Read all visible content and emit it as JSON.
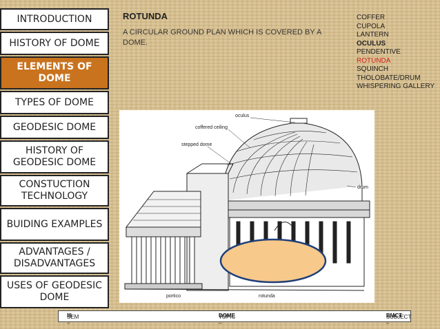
{
  "nav": [
    {
      "label": "INTRODUCTION",
      "active": false
    },
    {
      "label": "HISTORY OF DOME",
      "active": false
    },
    {
      "label": "ELEMENTS OF DOME",
      "active": true
    },
    {
      "label": "TYPES OF DOME",
      "active": false
    },
    {
      "label": "GEODESIC DOME",
      "active": false
    },
    {
      "label": "HISTORY OF GEODESIC DOME",
      "active": false
    },
    {
      "label": "CONSTUCTION TECHNOLOGY",
      "active": false
    },
    {
      "label": "BUIDING EXAMPLES",
      "active": false
    },
    {
      "label": "ADVANTAGES / DISADVANTAGES",
      "active": false
    },
    {
      "label": "USES OF GEODESIC DOME",
      "active": false
    }
  ],
  "title": "ROTUNDA",
  "description": "A CIRCULAR GROUND PLAN WHICH IS COVERED  BY A DOME.",
  "terms": [
    "COFFER",
    "CUPOLA",
    "LANTERN",
    "OCULUS",
    "PENDENTIVE",
    "ROTUNDA",
    "SQUINCH",
    "THOLOBATE/DRUM",
    "WHISPERING  GALLERY"
  ],
  "terms_bold": "OCULUS",
  "terms_highlight": "ROTUNDA",
  "highlight_color": "#d0211c",
  "active_color": "#c9731e",
  "figure_labels": {
    "oculus": "oculus",
    "coffered_ceiling": "coffered ceiling",
    "stepped_dome": "stepped dome",
    "drum": "drum",
    "portico": "portico",
    "rotunda": "rotunda"
  },
  "footer": {
    "sem_prefix": "SEM – ",
    "sem": "III",
    "topic_prefix": "TOPIC – ",
    "topic": "DOME",
    "subject_prefix": "SUBJECT – ",
    "subject": "BMCT"
  }
}
